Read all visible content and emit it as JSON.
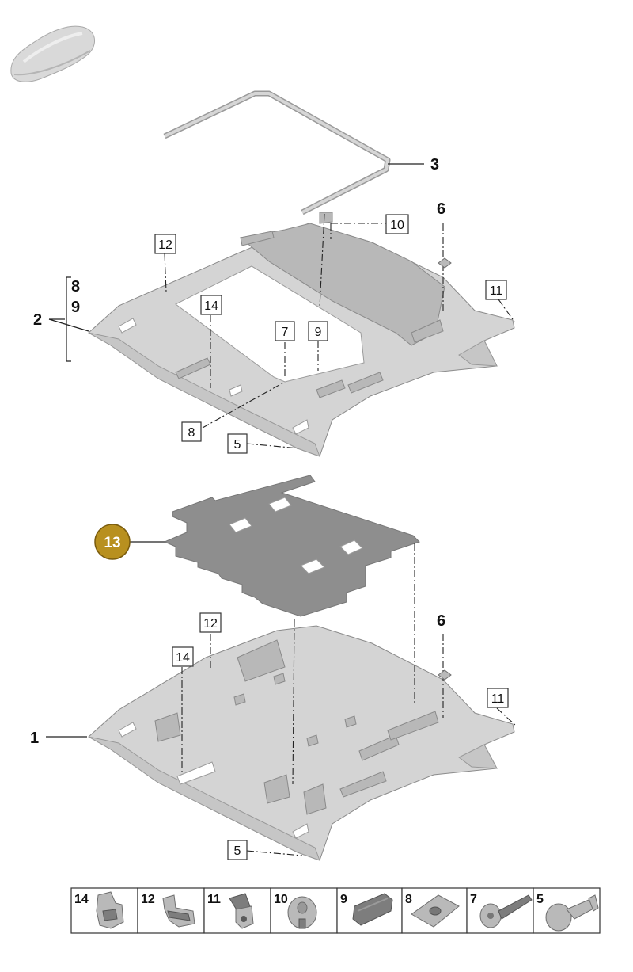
{
  "callouts": {
    "c1": "1",
    "c2": "2",
    "c3": "3",
    "c6_top": "6",
    "c6_bottom": "6",
    "c8_bracket": "8",
    "c9_bracket": "9",
    "c13": "13",
    "box_12_top": "12",
    "box_10": "10",
    "box_11_top": "11",
    "box_14_top": "14",
    "box_7": "7",
    "box_9": "9",
    "box_8": "8",
    "box_5_top": "5",
    "box_12_bottom": "12",
    "box_14_bottom": "14",
    "box_11_bottom": "11",
    "box_5_bottom": "5"
  },
  "parts_strip": [
    {
      "number": "14",
      "icon": "bracket-clip-icon"
    },
    {
      "number": "12",
      "icon": "metal-clip-icon"
    },
    {
      "number": "11",
      "icon": "holder-clip-icon"
    },
    {
      "number": "10",
      "icon": "push-nut-icon"
    },
    {
      "number": "9",
      "icon": "retainer-clip-icon"
    },
    {
      "number": "8",
      "icon": "speed-nut-icon"
    },
    {
      "number": "7",
      "icon": "screw-icon"
    },
    {
      "number": "5",
      "icon": "expanding-rivet-icon"
    }
  ],
  "colors": {
    "highlight_badge": "#b8901f",
    "panel": "#d4d4d4",
    "insulation_mat": "#8e8e8e"
  }
}
